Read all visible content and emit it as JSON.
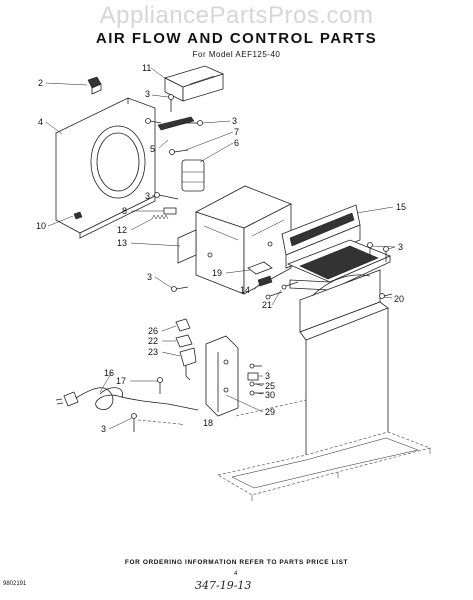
{
  "watermark": "AppliancePartsPros.com",
  "title": "AIR FLOW AND CONTROL PARTS",
  "model": "For Model AEF125-40",
  "footer": "FOR ORDERING INFORMATION REFER TO PARTS PRICE LIST",
  "code": "9802191",
  "page_number": "4",
  "handwritten": "347-19-13",
  "callouts": {
    "c11": "11",
    "c2": "2",
    "c3a": "3",
    "c4": "4",
    "c3b": "3",
    "c7": "7",
    "c5": "5",
    "c6": "6",
    "c3c": "3",
    "c8": "8",
    "c10": "10",
    "c12": "12",
    "c13": "13",
    "c15": "15",
    "c3d": "3",
    "c19": "19",
    "c3e": "3",
    "c14": "14",
    "c21": "21",
    "c20": "20",
    "c26": "26",
    "c22": "22",
    "c23": "23",
    "c16": "16",
    "c17": "17",
    "c3f": "3",
    "c25": "25",
    "c30": "30",
    "c29": "29",
    "c3g": "3",
    "c18": "18"
  }
}
